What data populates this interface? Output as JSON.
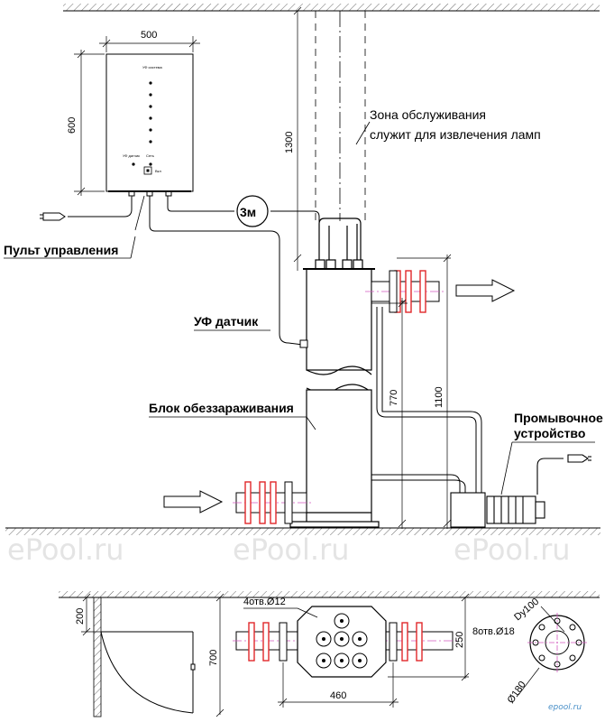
{
  "labels": {
    "service_zone_line1": "Зона обслуживания",
    "service_zone_line2": "служит для извлечения ламп",
    "control_panel": "Пульт управления",
    "uv_sensor": "УФ датчик",
    "disinfection_unit": "Блок обеззараживания",
    "flush_device_line1": "Промывочное",
    "flush_device_line2": "устройство",
    "cable_length": "3м"
  },
  "panel": {
    "header": "УФ система",
    "left_label": "УФ датчик",
    "right_label": "Сеть",
    "bottom_label": "Вкл"
  },
  "dimensions": {
    "panel_width": "500",
    "panel_height": "600",
    "service_height": "1300",
    "sensor_height": "770",
    "unit_height": "1100",
    "wall_gap": "200",
    "clearance": "700",
    "flange_spacing": "460",
    "block_height": "250",
    "holes_top": "4отв.Ø12",
    "holes_flange": "8отв.Ø18",
    "pipe_dn": "Dy100",
    "flange_diameter": "Ø180"
  },
  "watermark": {
    "text": "ePool.ru",
    "logo": "epool.ru"
  },
  "colors": {
    "line": "#000000",
    "flange": "#e0282a",
    "centerline": "#d45ac0",
    "watermark": "#e4e4e4"
  }
}
